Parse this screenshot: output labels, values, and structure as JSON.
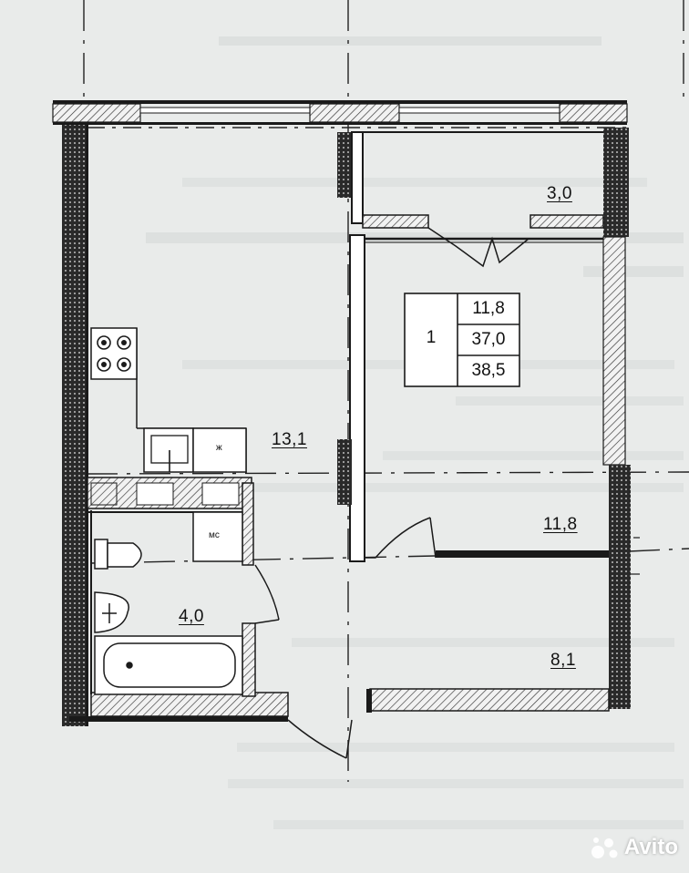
{
  "rooms": {
    "loggia_area": "3,0",
    "main_room_area": "13,1",
    "kitchen_area": "11,8",
    "hall_area": "8,1",
    "bathroom_area": "4,0"
  },
  "summary_table": {
    "rooms_count": "1",
    "living_area": "11,8",
    "total_area": "37,0",
    "total_with_balcony": "38,5"
  },
  "fixtures": {
    "toilet_room_label": "мс",
    "fridge_label": "ж"
  },
  "watermark": {
    "brand": "Avito"
  },
  "colors": {
    "background": "#e9ebea",
    "wall": "#1a1a1a",
    "line": "#222222"
  }
}
